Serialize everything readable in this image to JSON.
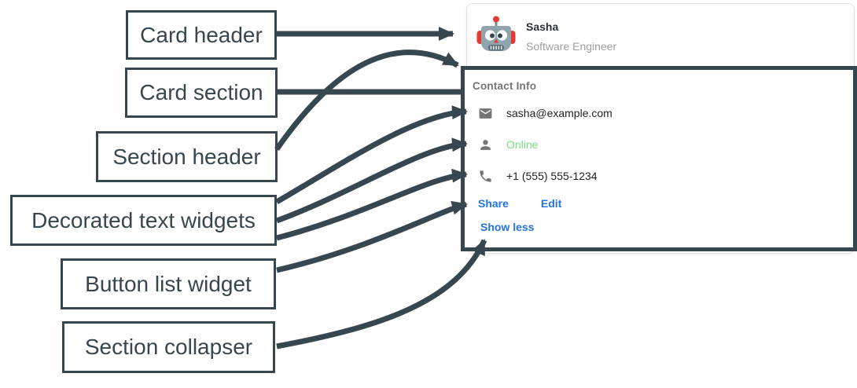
{
  "annotations": {
    "labels": [
      "Card header",
      "Card section",
      "Section header",
      "Decorated text widgets",
      "Button list widget",
      "Section collapser"
    ]
  },
  "card": {
    "header": {
      "name": "Sasha",
      "role": "Software Engineer",
      "avatar_icon": "robot-avatar"
    },
    "section": {
      "title": "Contact Info",
      "rows": [
        {
          "icon": "mail-icon",
          "text": "sasha@example.com"
        },
        {
          "icon": "person-icon",
          "text": "Online",
          "color": "#79DC82"
        },
        {
          "icon": "phone-icon",
          "text": "+1 (555) 555-1234"
        }
      ],
      "buttons": [
        {
          "label": "Share"
        },
        {
          "label": "Edit"
        }
      ],
      "collapser_label": "Show less"
    }
  },
  "colors": {
    "annotation": "#37474F",
    "link_blue": "#2374E1",
    "online_green": "#79DC82",
    "icon_gray": "#757575",
    "card_border": "#E3E3E3",
    "muted_text": "#9E9E9E",
    "avatar_red": "#E53935",
    "avatar_gray": "#90A4AE"
  }
}
